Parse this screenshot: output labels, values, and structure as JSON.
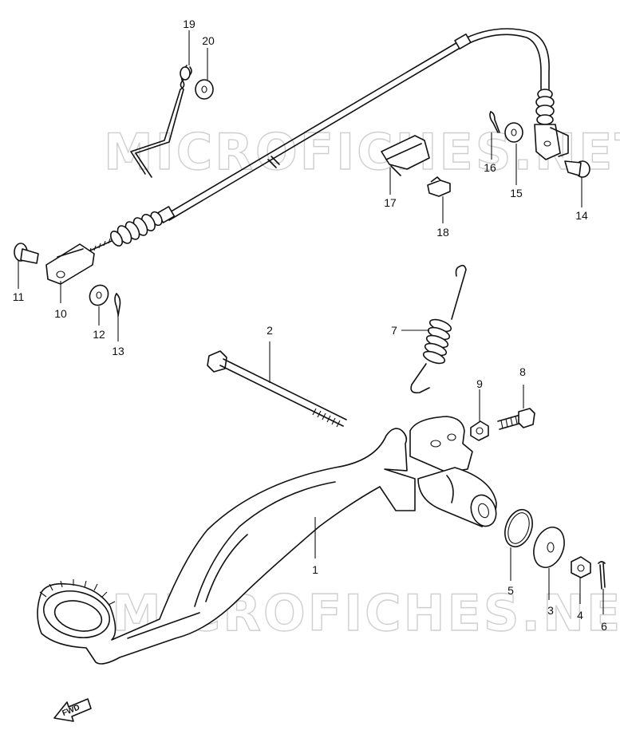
{
  "watermark": "MICROFICHES.NET",
  "fwd_badge": "FWD",
  "callouts": {
    "p1": "1",
    "p2": "2",
    "p3": "3",
    "p4": "4",
    "p5": "5",
    "p6": "6",
    "p7": "7",
    "p8": "8",
    "p9": "9",
    "p10": "10",
    "p11": "11",
    "p12": "12",
    "p13": "13",
    "p14": "14",
    "p15": "15",
    "p16": "16",
    "p17": "17",
    "p18": "18",
    "p19": "19",
    "p20": "20"
  }
}
